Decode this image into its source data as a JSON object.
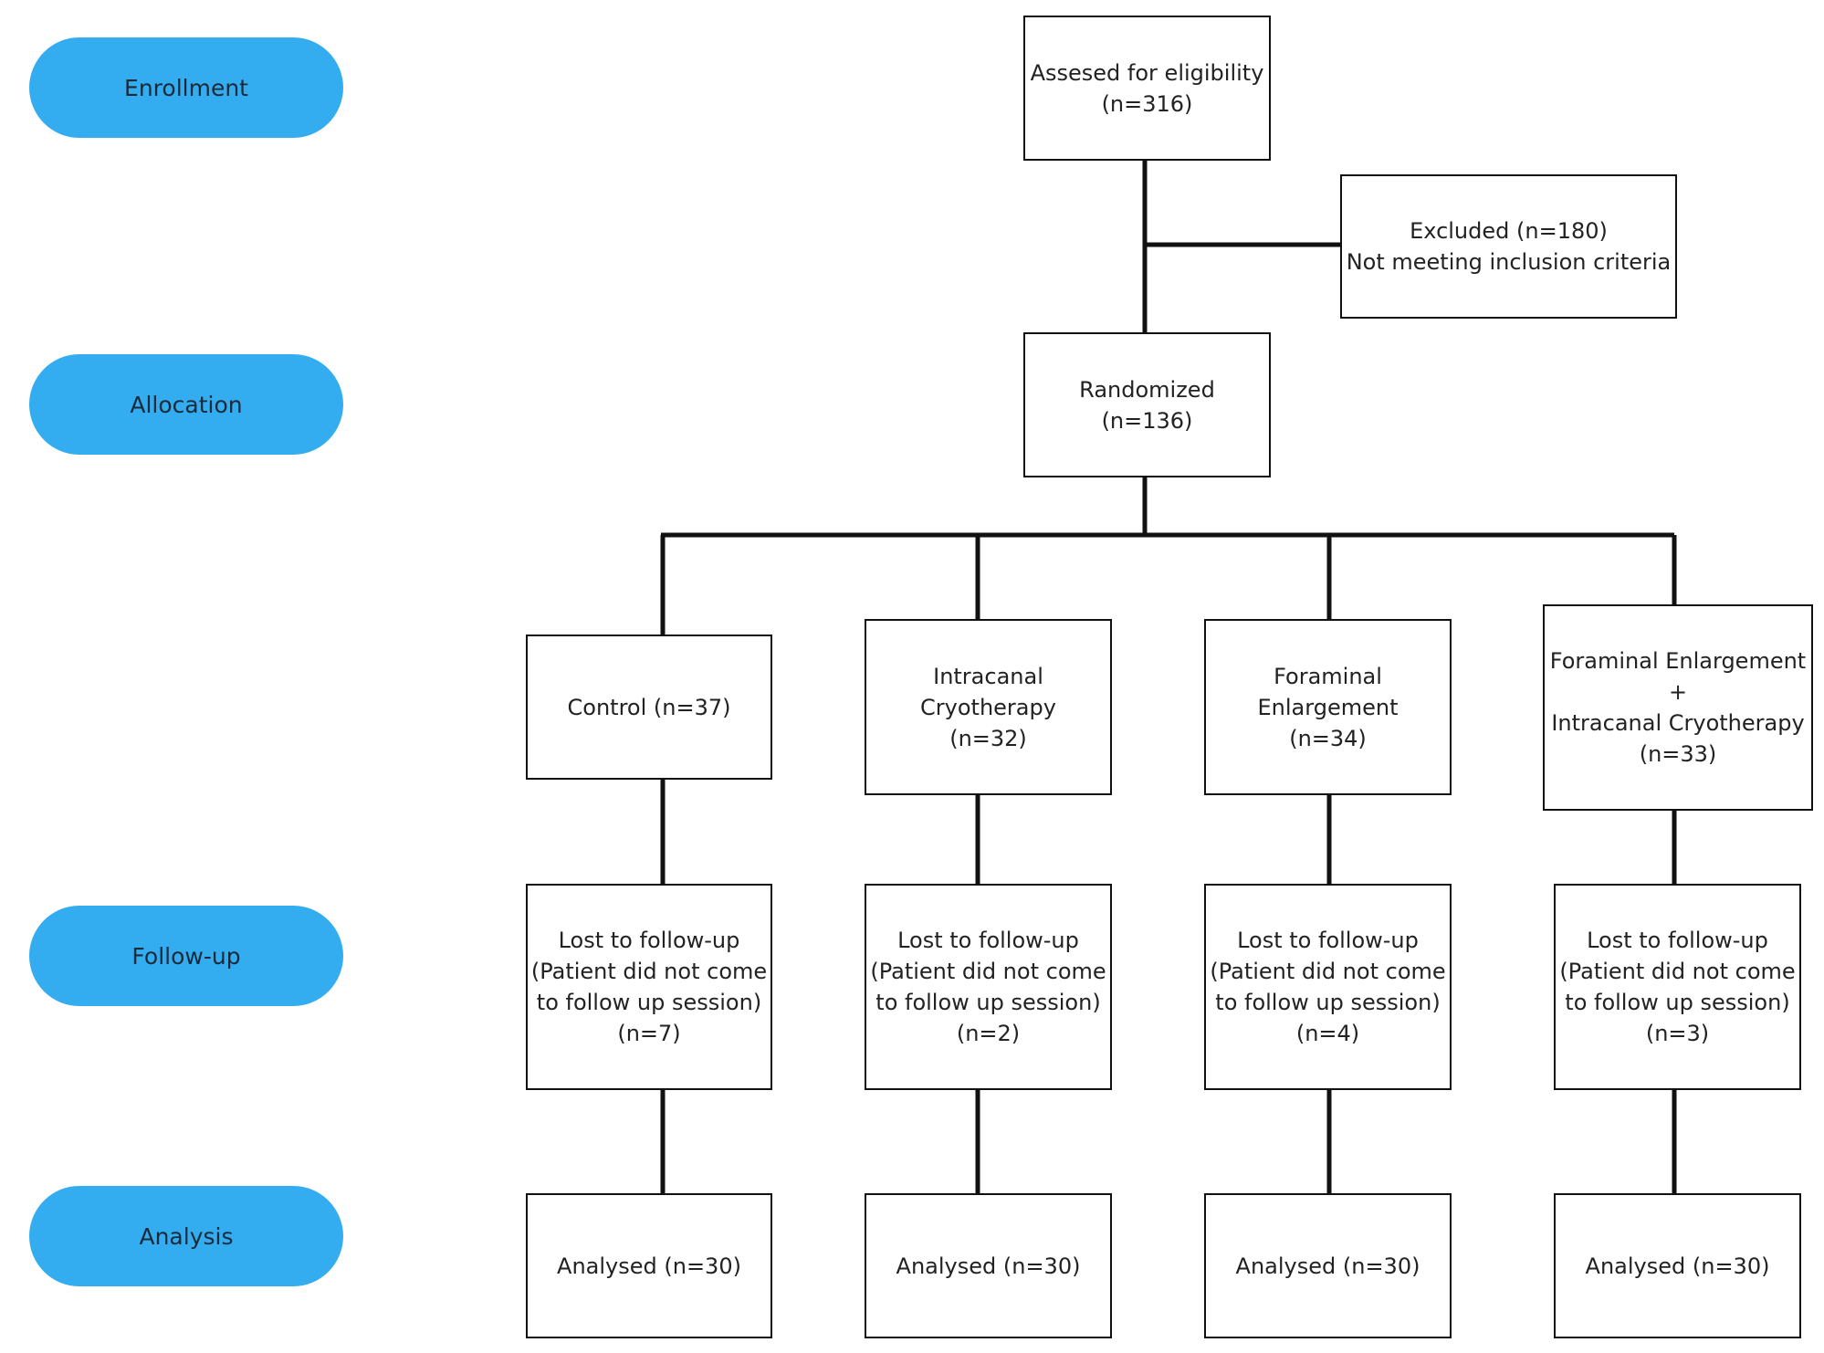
{
  "colors": {
    "phase_pill": "#33adf0",
    "connector": "#111111",
    "box_border": "#111111"
  },
  "phases": {
    "enrollment": "Enrollment",
    "allocation": "Allocation",
    "follow_up": "Follow-up",
    "analysis": "Analysis"
  },
  "assessed": {
    "line1": "Assesed for eligibility",
    "line2": "(n=316)"
  },
  "excluded": {
    "line1": "Excluded (n=180)",
    "line2": "Not meeting inclusion criteria"
  },
  "randomized": {
    "line1": "Randomized",
    "line2": "(n=136)"
  },
  "groups": [
    {
      "lines": [
        "Control (n=37)"
      ]
    },
    {
      "lines": [
        "Intracanal",
        "Cryotherapy",
        "(n=32)"
      ]
    },
    {
      "lines": [
        "Foraminal",
        "Enlargement",
        "(n=34)"
      ]
    },
    {
      "lines": [
        "Foraminal Enlargement",
        "+",
        "Intracanal Cryotherapy",
        "(n=33)"
      ]
    }
  ],
  "lost": [
    {
      "lines": [
        "Lost to follow-up",
        "(Patient did not come",
        "to follow up session)",
        "(n=7)"
      ]
    },
    {
      "lines": [
        "Lost to follow-up",
        "(Patient did not come",
        "to follow up session)",
        "(n=2)"
      ]
    },
    {
      "lines": [
        "Lost to follow-up",
        "(Patient did not come",
        "to follow up session)",
        "(n=4)"
      ]
    },
    {
      "lines": [
        "Lost to follow-up",
        "(Patient did not come",
        "to follow up session)",
        "(n=3)"
      ]
    }
  ],
  "analysed": [
    {
      "label": "Analysed (n=30)"
    },
    {
      "label": "Analysed (n=30)"
    },
    {
      "label": "Analysed (n=30)"
    },
    {
      "label": "Analysed (n=30)"
    }
  ]
}
